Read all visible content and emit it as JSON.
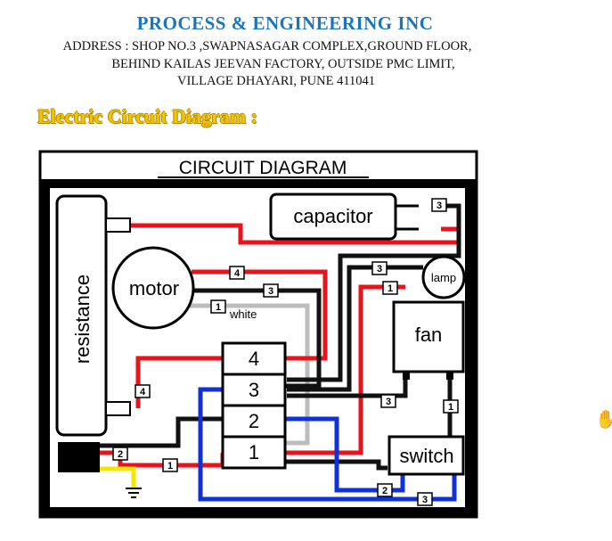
{
  "header": {
    "company": "PROCESS & ENGINEERING INC",
    "address_line1": "ADDRESS : SHOP NO.3 ,SWAPNASAGAR COMPLEX,GROUND FLOOR,",
    "address_line2": "BEHIND KAILAS JEEVAN FACTORY, OUTSIDE PMC LIMIT,",
    "address_line3": "VILLAGE DHAYARI, PUNE 411041"
  },
  "section_title": "Electric Circuit Diagram :",
  "diagram": {
    "title": "CIRCUIT DIAGRAM",
    "components": {
      "resistance": "resistance",
      "motor": "motor",
      "capacitor": "capacitor",
      "lamp": "lamp",
      "fan": "fan",
      "switch": "switch"
    },
    "wire_label_white": "white",
    "terminals": [
      "4",
      "3",
      "2",
      "1"
    ],
    "wire_tags": {
      "cap_3": "3",
      "motor_4": "4",
      "motor_3": "3",
      "motor_1": "1",
      "lamp_3": "3",
      "lamp_1": "1",
      "res_4": "4",
      "fan_3": "3",
      "fan_1": "1",
      "plug_2": "2",
      "plug_1": "1",
      "switch_2": "2",
      "switch_3": "3"
    }
  },
  "colors": {
    "company": "#1a75bf",
    "section_title": "#f5c400",
    "wire_red": "#e8141b",
    "wire_black": "#111111",
    "wire_blue": "#1030d8",
    "wire_gray": "#bdbdbd",
    "wire_yellow": "#f5e600"
  },
  "cursor_icon": "hand-cursor-icon"
}
